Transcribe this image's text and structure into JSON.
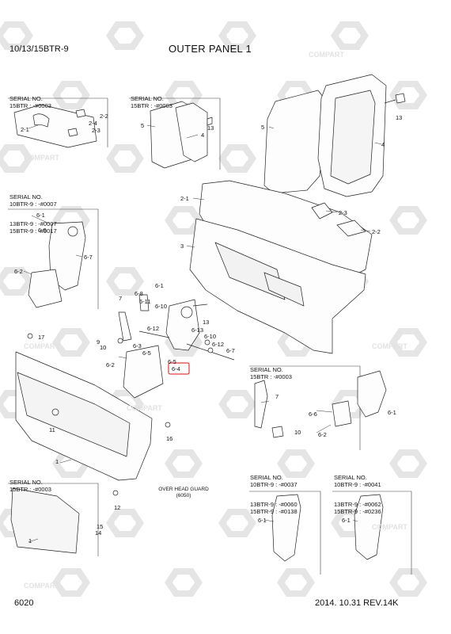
{
  "header": {
    "model": "10/13/15BTR-9",
    "title": "OUTER PANEL 1"
  },
  "footer": {
    "page_number": "6020",
    "revision": "2014. 10.31  REV.14K"
  },
  "watermark": {
    "text": "COMPART"
  },
  "serial_blocks": [
    {
      "lines": [
        "SERIAL NO.",
        "15BTR : -#0003"
      ]
    },
    {
      "lines": [
        "SERIAL NO.",
        "15BTR : -#0003"
      ]
    },
    {
      "lines": [
        "SERIAL NO.",
        "10BTR-9 : -#0007",
        "13BTR-9 : -#0007",
        "15BTR-9 : -#0017"
      ]
    },
    {
      "lines": [
        "SERIAL NO.",
        "15BTR : -#0003"
      ]
    },
    {
      "lines": [
        "SERIAL NO.",
        "15BTR : -#0003"
      ]
    },
    {
      "lines": [
        "SERIAL NO.",
        "10BTR-9 : -#0037",
        "13BTR-9 : -#0060",
        "15BTR-9 : -#0138"
      ]
    },
    {
      "lines": [
        "SERIAL NO.",
        "10BTR-9 : -#0041",
        "13BTR-9 : -#0062",
        "15BTR-9 : -#0236"
      ]
    }
  ],
  "note": {
    "line1": "OVER HEAD GUARD",
    "line2": "(6050)"
  },
  "part_labels": [
    "2-1",
    "2-4",
    "2-2",
    "2-3",
    "5",
    "13",
    "4",
    "5",
    "4",
    "13",
    "2-1",
    "2-3",
    "2-2",
    "3",
    "6-1",
    "6-9",
    "6-7",
    "6-2",
    "6-8",
    "6-11",
    "6-10",
    "6-12",
    "6-1",
    "13",
    "6-13",
    "6-10",
    "6-12",
    "6-7",
    "6-3",
    "6-5",
    "6-5",
    "6-4",
    "6-2",
    "7",
    "9",
    "10",
    "17",
    "16",
    "11",
    "1",
    "7",
    "6-6",
    "6-2",
    "6-1",
    "10",
    "12",
    "15",
    "14",
    "1",
    "6-1",
    "6-1"
  ]
}
